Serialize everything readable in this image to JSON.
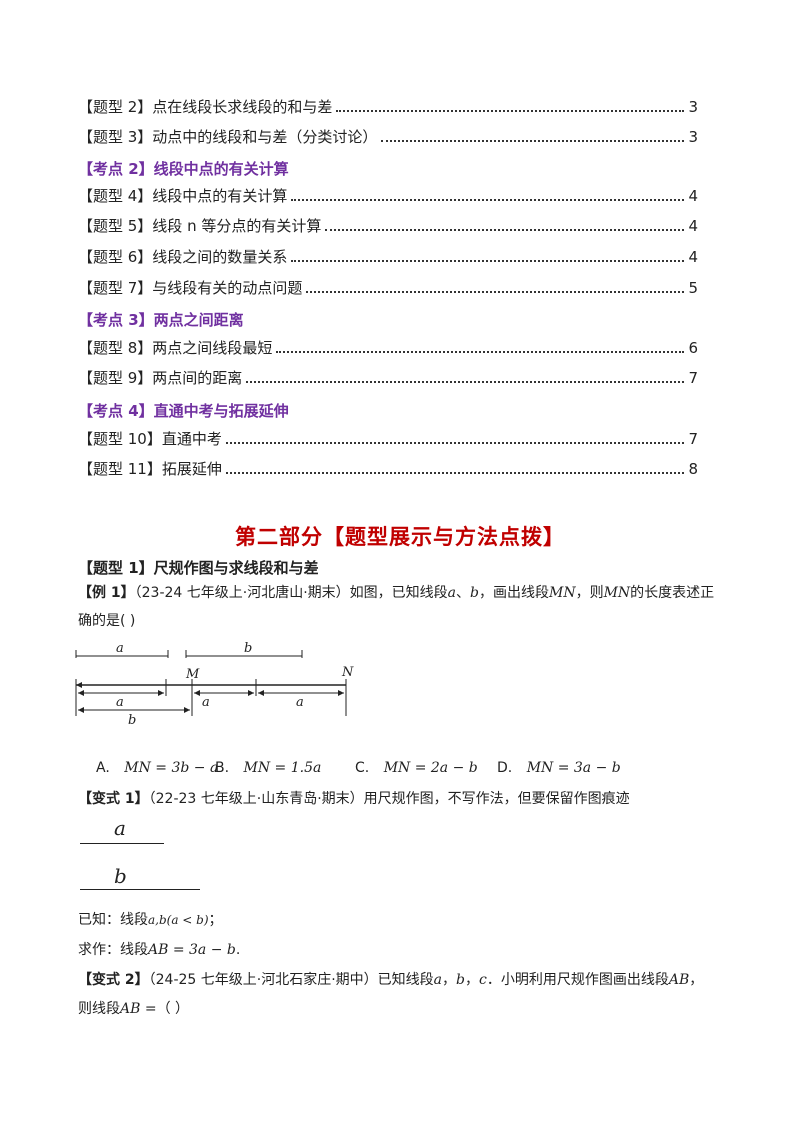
{
  "toc": [
    {
      "label": "【题型 2】点在线段长求线段的和与差",
      "page": "3"
    },
    {
      "label": "【题型 3】动点中的线段和与差（分类讨论）",
      "page": "3"
    },
    {
      "head": "【考点 2】线段中点的有关计算"
    },
    {
      "label": "【题型 4】线段中点的有关计算",
      "page": "4"
    },
    {
      "label": "【题型 5】线段 n 等分点的有关计算",
      "page": "4"
    },
    {
      "label": "【题型 6】线段之间的数量关系",
      "page": "4"
    },
    {
      "label": "【题型 7】与线段有关的动点问题",
      "page": "5"
    },
    {
      "head": "【考点 3】两点之间距离"
    },
    {
      "label": "【题型 8】两点之间线段最短",
      "page": "6"
    },
    {
      "label": "【题型 9】两点间的距离",
      "page": "7"
    },
    {
      "head": "【考点 4】直通中考与拓展延伸"
    },
    {
      "label": "【题型 10】直通中考",
      "page": "7"
    },
    {
      "label": "【题型 11】拓展延伸",
      "page": "8"
    }
  ],
  "section_title": "第二部分【题型展示与方法点拨】",
  "type1_heading": "【题型 1】尺规作图与求线段和与差",
  "example1": {
    "tag": "【例 1】",
    "text1": "（23-24 七年级上·河北唐山·期末）如图，已知线段",
    "var_a": "a",
    "sep": "、",
    "var_b": "b",
    "text2": "，画出线段",
    "mn1": "MN",
    "text3": "，则",
    "mn2": "MN",
    "text4": "的长度表述正",
    "line2": "确的是(    )"
  },
  "figure": {
    "label_a_top": "a",
    "label_b_top": "b",
    "label_M": "M",
    "label_N": "N",
    "label_a_mid": "a",
    "label_a_mid2": "a",
    "label_a_mid3": "a",
    "label_b_bottom": "b"
  },
  "options": [
    {
      "letter": "A.",
      "expr": "MN = 3b − a"
    },
    {
      "letter": "B.",
      "expr": "MN = 1.5a"
    },
    {
      "letter": "C.",
      "expr": "MN = 2a − b"
    },
    {
      "letter": "D.",
      "expr": "MN = 3a − b"
    }
  ],
  "variant1": {
    "tag": "【变式 1】",
    "text": "（22-23 七年级上·山东青岛·期末）用尺规作图，不写作法，但要保留作图痕迹",
    "seg_a": "a",
    "seg_b": "b",
    "known_prefix": "已知：线段",
    "known_expr": "a,b(a < b)",
    "known_suffix": "；",
    "construct_prefix": "求作：线段",
    "construct_expr": "AB = 3a − b",
    "construct_suffix": "."
  },
  "variant2": {
    "tag": "【变式 2】",
    "text1": "（24-25 七年级上·河北石家庄·期中）已知线段",
    "a": "a",
    "sep1": "，",
    "b": "b",
    "sep2": "，",
    "c": "c",
    "text2": "．小明利用尺规作图画出线段",
    "ab": "AB",
    "text3": "，",
    "line2_prefix": "则线段",
    "line2_expr": "AB =",
    "line2_suffix": "（    ）"
  }
}
